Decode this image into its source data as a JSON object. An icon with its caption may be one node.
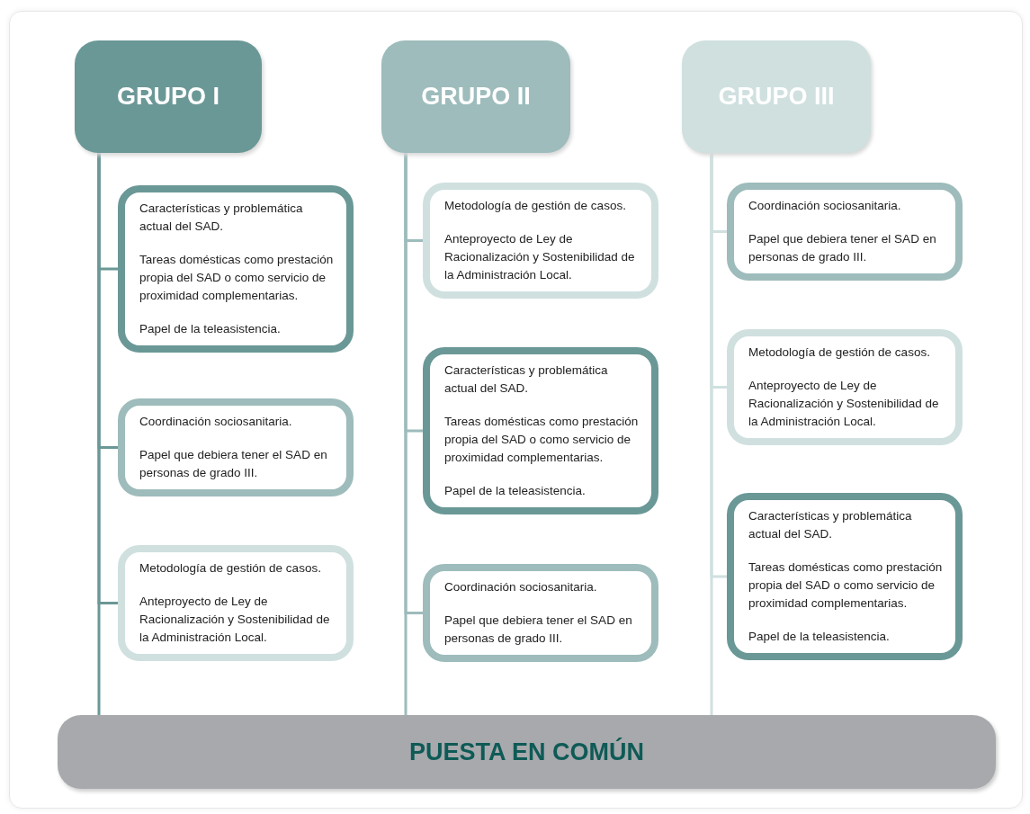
{
  "diagram": {
    "nodes": [
      {
        "text": [
          "GRUPO I"
        ]
      },
      {
        "text": [
          "Características y problemática actual del SAD.",
          "Tareas domésticas como prestación propia del SAD o como servicio de proximidad complementarias.",
          "Papel de la teleasistencia."
        ]
      },
      {
        "text": [
          "Coordinación sociosanitaria.",
          "Papel que debiera tener el SAD en personas de grado III."
        ]
      },
      {
        "text": [
          "Metodología de gestión de casos.",
          "Anteproyecto de Ley de Racionalización y Sostenibilidad de la Administración Local."
        ]
      },
      {
        "text": [
          "GRUPO II"
        ]
      },
      {
        "text": [
          "Metodología de gestión de casos.",
          "Anteproyecto de Ley de Racionalización y Sostenibilidad de la Administración Local."
        ]
      },
      {
        "text": [
          "Características y problemática actual del SAD.",
          "Tareas domésticas como prestación propia del SAD o como servicio de proximidad complementarias.",
          "Papel de la teleasistencia."
        ]
      },
      {
        "text": [
          "Coordinación sociosanitaria.",
          "Papel que debiera tener el SAD en personas de grado III."
        ]
      },
      {
        "text": [
          "GRUPO III"
        ]
      },
      {
        "text": [
          "Coordinación sociosanitaria.",
          "Papel que debiera tener el SAD en personas de grado III."
        ]
      },
      {
        "text": [
          "Metodología de gestión de casos.",
          "Anteproyecto de Ley de Racionalización y Sostenibilidad de la Administración Local."
        ]
      },
      {
        "text": [
          "Características y problemática actual del SAD.",
          "Tareas domésticas como prestación propia del SAD o como servicio de proximidad complementarias.",
          "Papel de la teleasistencia."
        ]
      },
      {
        "text": [
          "PUESTA EN COMÚN"
        ]
      }
    ],
    "edges": [
      {
        "from": 0,
        "to": 1,
        "arrow": "none",
        "color": "#6a9896"
      },
      {
        "from": 0,
        "to": 2,
        "arrow": "none",
        "color": "#6a9896"
      },
      {
        "from": 0,
        "to": 3,
        "arrow": "none",
        "color": "#6a9896"
      },
      {
        "from": 0,
        "to": 12,
        "arrow": "none",
        "color": "#6a9896"
      },
      {
        "from": 4,
        "to": 5,
        "arrow": "none",
        "color": "#9dbcbb"
      },
      {
        "from": 4,
        "to": 6,
        "arrow": "none",
        "color": "#9dbcbb"
      },
      {
        "from": 4,
        "to": 7,
        "arrow": "none",
        "color": "#9dbcbb"
      },
      {
        "from": 4,
        "to": 12,
        "arrow": "none",
        "color": "#9dbcbb"
      },
      {
        "from": 8,
        "to": 9,
        "arrow": "none",
        "color": "#cfe0df"
      },
      {
        "from": 8,
        "to": 10,
        "arrow": "none",
        "color": "#cfe0df"
      },
      {
        "from": 8,
        "to": 11,
        "arrow": "none",
        "color": "#cfe0df"
      },
      {
        "from": 8,
        "to": 12,
        "arrow": "none",
        "color": "#cfe0df"
      }
    ]
  }
}
